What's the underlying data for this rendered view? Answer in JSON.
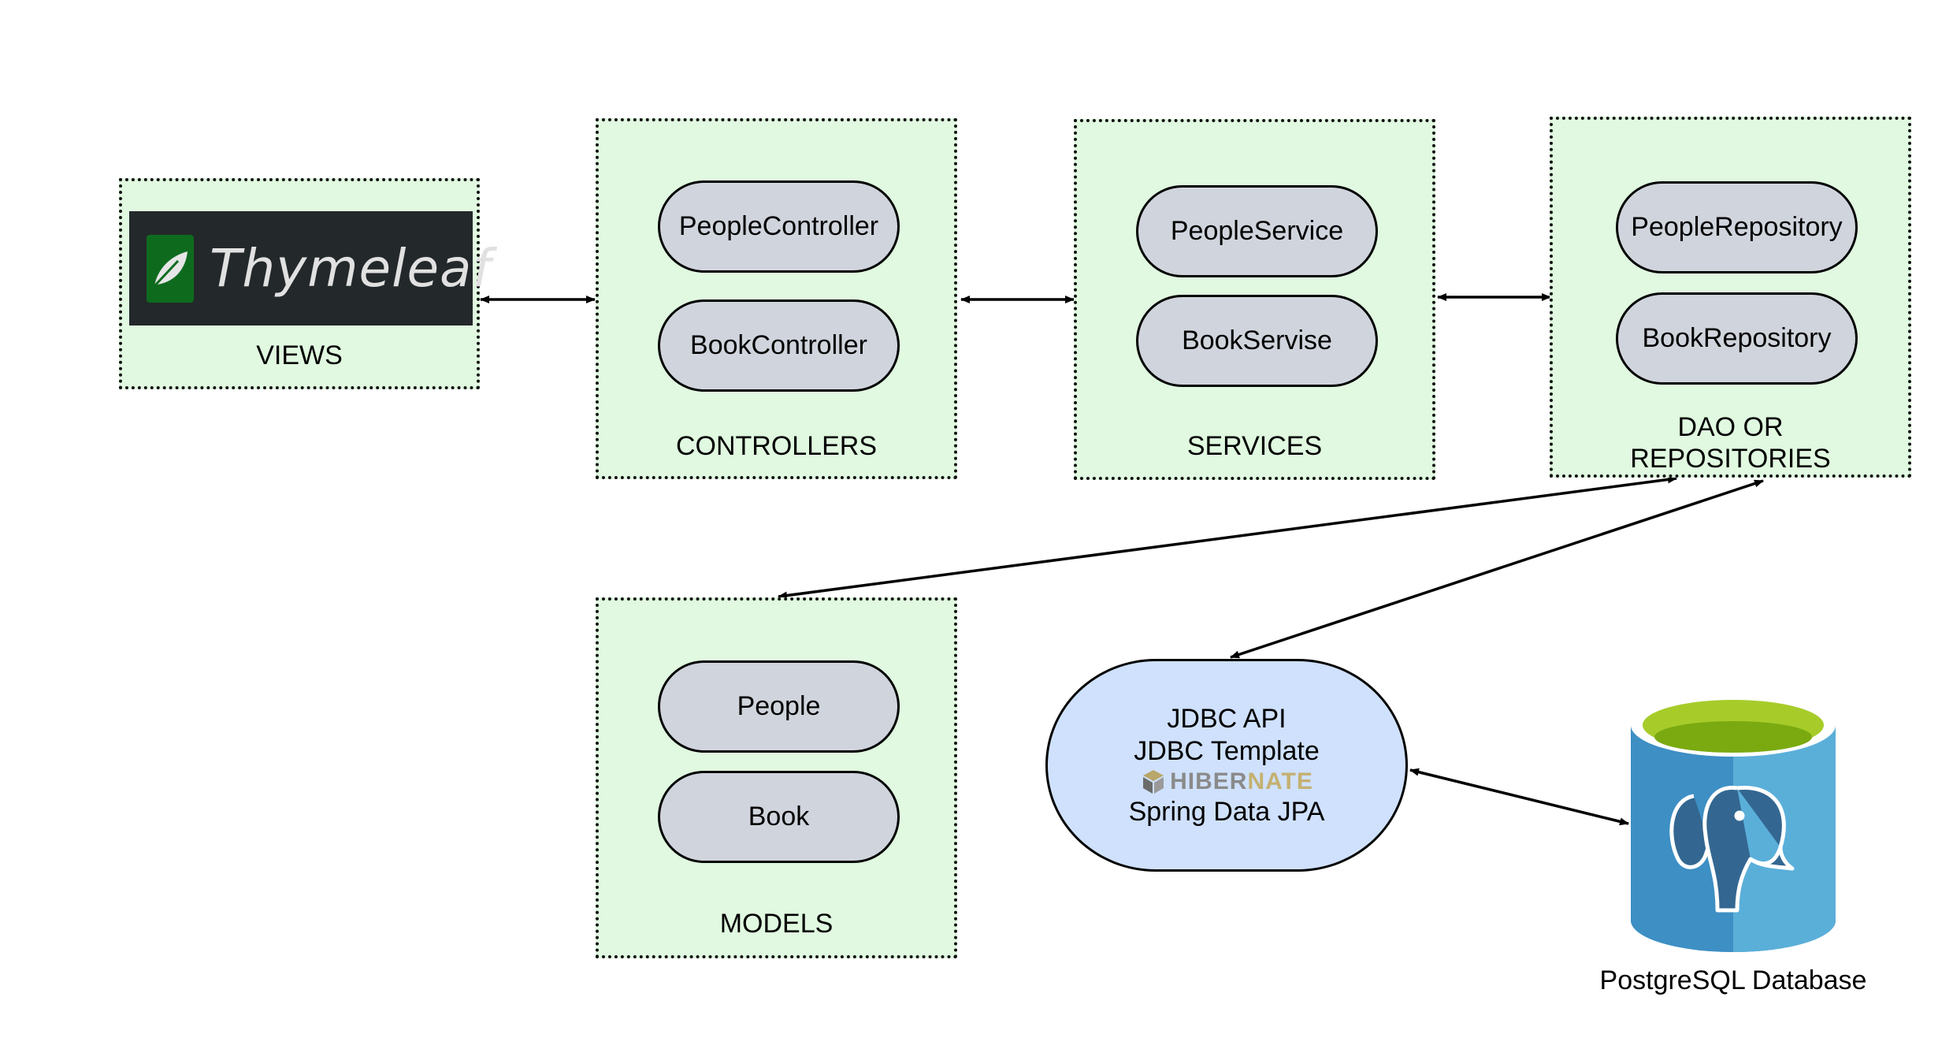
{
  "views": {
    "label": "VIEWS",
    "logo_text": "Thymeleaf"
  },
  "controllers": {
    "label": "CONTROLLERS",
    "items": [
      "PeopleController",
      "BookController"
    ]
  },
  "services": {
    "label": "SERVICES",
    "items": [
      "PeopleService",
      "BookServise"
    ]
  },
  "repositories": {
    "label": "DAO OR\nREPOSITORIES",
    "items": [
      "PeopleRepository",
      "BookRepository"
    ]
  },
  "models": {
    "label": "MODELS",
    "items": [
      "People",
      "Book"
    ]
  },
  "data_access": {
    "line1": "JDBC API",
    "line2": "JDBC Template",
    "hibernate_a": "HIBER",
    "hibernate_b": "NATE",
    "line4": "Spring Data JPA"
  },
  "database": {
    "label": "PostgreSQL Database"
  },
  "colors": {
    "group_fill": "#e0f9e0",
    "pill_fill": "#d0d5dd",
    "data_access_fill": "#cfe1fd",
    "db_blue": "#3d8fc4",
    "db_top": "#a7cc2a",
    "thymeleaf_bg": "#23282b",
    "thymeleaf_green": "#0e6b1e"
  }
}
